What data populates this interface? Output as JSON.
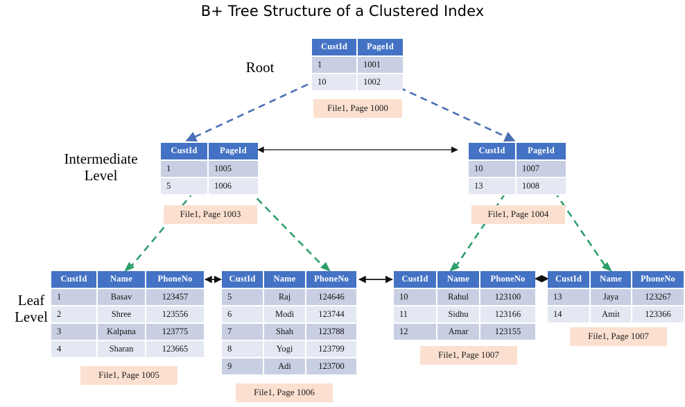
{
  "title": "B+ Tree Structure of a Clustered Index",
  "labels": {
    "root": "Root",
    "intermediate_line1": "Intermediate",
    "intermediate_line2": "Level",
    "leaf_line1": "Leaf",
    "leaf_line2": "Level"
  },
  "colors": {
    "header_blue": "#4472C4",
    "row_dark": "#C9CFE3",
    "row_light": "#E4E8F2",
    "page_tag_bg": "#FBE0D0",
    "blue_arrow": "#4A6FB5",
    "green_arrow": "#2E9E6B",
    "black_arrow": "#000000"
  },
  "index_columns": [
    "CustId",
    "PageId"
  ],
  "leaf_columns": [
    "CustId",
    "Name",
    "PhoneNo"
  ],
  "root": {
    "columns": [
      "CustId",
      "PageId"
    ],
    "rows": [
      [
        "1",
        "1001"
      ],
      [
        "10",
        "1002"
      ]
    ],
    "page_tag": "File1, Page 1000"
  },
  "intermediate": [
    {
      "columns": [
        "CustId",
        "PageId"
      ],
      "rows": [
        [
          "1",
          "1005"
        ],
        [
          "5",
          "1006"
        ]
      ],
      "page_tag": "File1, Page 1003"
    },
    {
      "columns": [
        "CustId",
        "PageId"
      ],
      "rows": [
        [
          "10",
          "1007"
        ],
        [
          "13",
          "1008"
        ]
      ],
      "page_tag": "File1, Page 1004"
    }
  ],
  "leaves": [
    {
      "columns": [
        "CustId",
        "Name",
        "PhoneNo"
      ],
      "rows": [
        [
          "1",
          "Basav",
          "123457"
        ],
        [
          "2",
          "Shree",
          "123556"
        ],
        [
          "3",
          "Kalpana",
          "123775"
        ],
        [
          "4",
          "Sharan",
          "123665"
        ]
      ],
      "page_tag": "File1, Page 1005"
    },
    {
      "columns": [
        "CustId",
        "Name",
        "PhoneNo"
      ],
      "rows": [
        [
          "5",
          "Raj",
          "124646"
        ],
        [
          "6",
          "Modi",
          "123744"
        ],
        [
          "7",
          "Shah",
          "123788"
        ],
        [
          "8",
          "Yogi",
          "123799"
        ],
        [
          "9",
          "Adi",
          "123700"
        ]
      ],
      "page_tag": "File1, Page 1006"
    },
    {
      "columns": [
        "CustId",
        "Name",
        "PhoneNo"
      ],
      "rows": [
        [
          "10",
          "Rahul",
          "123100"
        ],
        [
          "11",
          "Sidhu",
          "123166"
        ],
        [
          "12",
          "Amar",
          "123155"
        ]
      ],
      "page_tag": "File1, Page 1007"
    },
    {
      "columns": [
        "CustId",
        "Name",
        "PhoneNo"
      ],
      "rows": [
        [
          "13",
          "Jaya",
          "123267"
        ],
        [
          "14",
          "Amit",
          "123366"
        ]
      ],
      "page_tag": "File1, Page 1007"
    }
  ]
}
